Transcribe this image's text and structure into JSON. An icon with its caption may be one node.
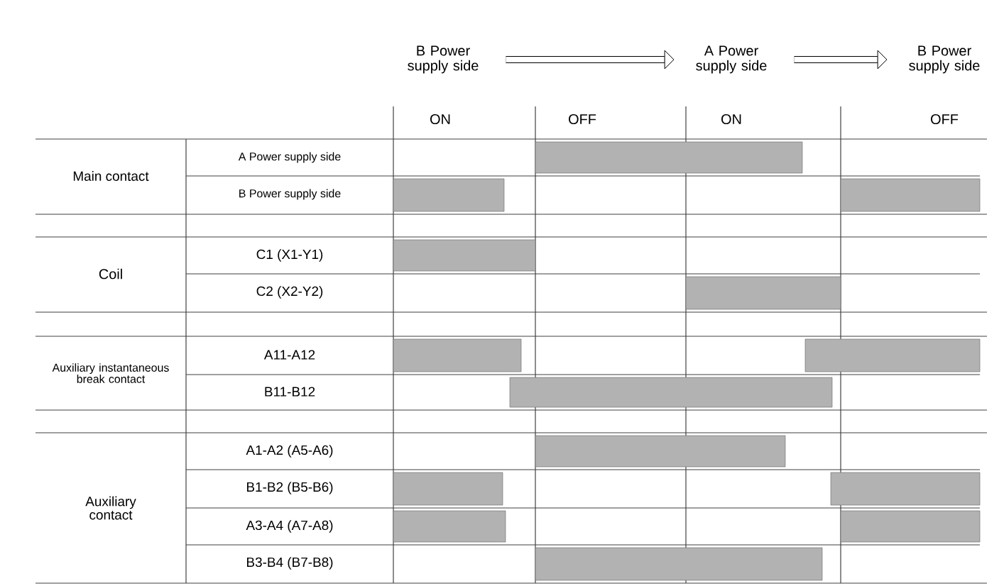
{
  "diagram": {
    "nodes": [
      {
        "text": [
          "B Power supply side"
        ]
      },
      {
        "text": [
          "A Power supply side"
        ]
      },
      {
        "text": [
          "B Power supply side"
        ]
      }
    ],
    "edges": [
      {
        "from": 0,
        "to": 1,
        "arrow": "to"
      },
      {
        "from": 1,
        "to": 2,
        "arrow": "to"
      }
    ],
    "labels": [
      "ON",
      "OFF",
      "ON",
      "OFF",
      "Main contact",
      "A Power supply side",
      "B Power supply side",
      "Coil",
      "C1 (X1-Y1)",
      "C2 (X2-Y2)",
      "Auxiliary instantaneous break contact",
      "A11-A12",
      "B11-B12",
      "Auxiliary contact",
      "A1-A2 (A5-A6)",
      "B1-B2 (B5-B6)",
      "A3-A4 (A7-A8)",
      "B3-B4 (B7-B8)"
    ]
  }
}
